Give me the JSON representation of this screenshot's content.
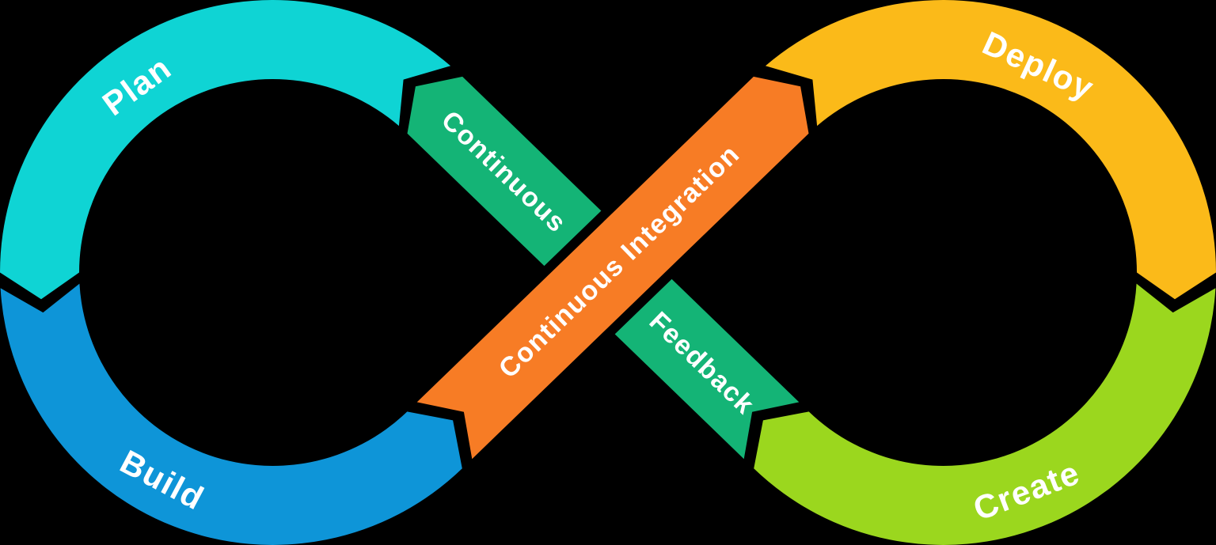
{
  "canvas": {
    "background_color": "#000000",
    "label_text_color": "#FFFFFF"
  },
  "loop_segments": {
    "plan": {
      "label": "Plan",
      "color": "#0FD4D4"
    },
    "build": {
      "label": "Build",
      "color": "#0E95D8"
    },
    "deploy": {
      "label": "Deploy",
      "color": "#FBBA19"
    },
    "create": {
      "label": "Create",
      "color": "#9BD71E"
    }
  },
  "ribbons": {
    "continuous_integration": {
      "label": "Continuous Integration",
      "color": "#F77C25"
    },
    "continuous_feedback": {
      "label_upper": "Continuous",
      "label_lower": "Feedback",
      "color": "#14B476"
    }
  }
}
